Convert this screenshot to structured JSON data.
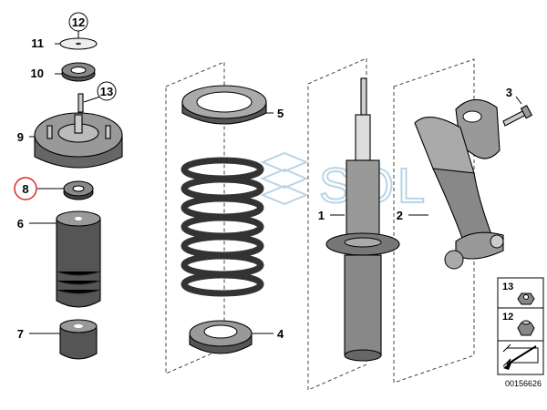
{
  "callouts": {
    "c1": "1",
    "c2": "2",
    "c3": "3",
    "c4": "4",
    "c5": "5",
    "c6": "6",
    "c7": "7",
    "c8": "8",
    "c9": "9",
    "c10": "10",
    "c11": "11",
    "c12": "12",
    "c13": "13"
  },
  "legend": {
    "item_13": "13",
    "item_12": "12"
  },
  "watermark": "SOL",
  "diagram_code": "00156626",
  "colors": {
    "highlight_circle": "#d92b2b",
    "watermark": "#b9d4e6"
  }
}
